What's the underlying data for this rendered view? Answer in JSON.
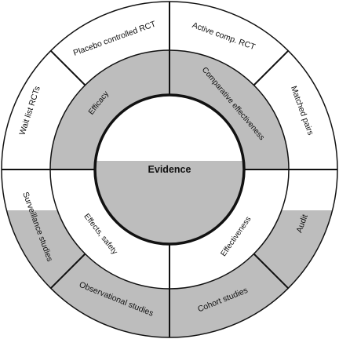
{
  "diagram": {
    "center_label": "Evidence",
    "colors": {
      "shaded": "#bdbdbd",
      "white": "#ffffff",
      "line": "#111111"
    },
    "inner_ring": [
      {
        "label": "Efficacy",
        "shaded": true
      },
      {
        "label": "Comparative effectiveness",
        "shaded": true
      },
      {
        "label": "Effectiveness",
        "shaded": false
      },
      {
        "label": "Effects, safety",
        "shaded": false
      }
    ],
    "outer_ring": [
      {
        "label": "Wait list RCTs",
        "shaded": false
      },
      {
        "label": "Placebo controlled RCT",
        "shaded": false
      },
      {
        "label": "Active comp. RCT",
        "shaded": false
      },
      {
        "label": "Matched pairs",
        "shaded": false
      },
      {
        "label": "Audit",
        "shaded": "partial"
      },
      {
        "label": "Cohort studies",
        "shaded": true
      },
      {
        "label": "Observational studies",
        "shaded": true
      },
      {
        "label": "Surveillance studies",
        "shaded": "partial"
      }
    ]
  }
}
